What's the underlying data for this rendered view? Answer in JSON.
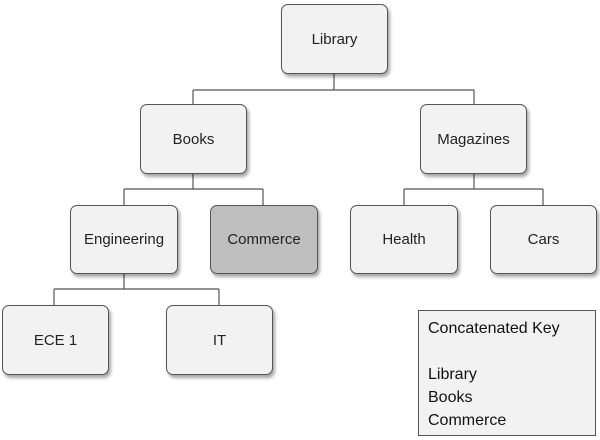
{
  "colors": {
    "node_fill": "#f2f2f2",
    "highlight_fill": "#bfbfbf",
    "border": "#555555",
    "line": "#555555"
  },
  "nodes": {
    "library": "Library",
    "books": "Books",
    "magazines": "Magazines",
    "engineering": "Engineering",
    "commerce": "Commerce",
    "health": "Health",
    "cars": "Cars",
    "ece1": "ECE 1",
    "it": "IT"
  },
  "key": {
    "title": "Concatenated Key",
    "lines": [
      "Library",
      "Books",
      "Commerce"
    ]
  }
}
